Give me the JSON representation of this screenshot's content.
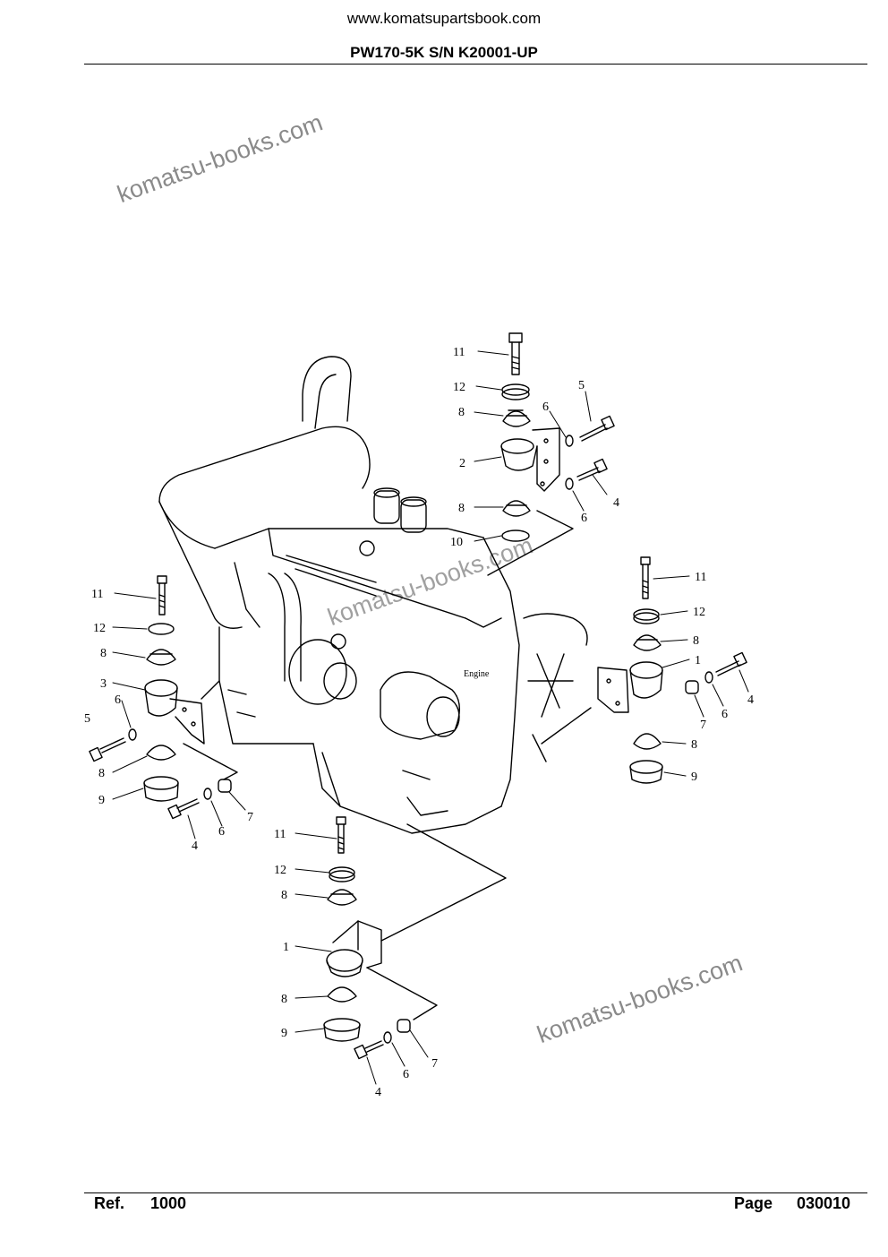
{
  "header": {
    "site_url": "www.komatsupartsbook.com",
    "model": "PW170-5K S/N K20001-UP"
  },
  "watermarks": [
    "komatsu-books.com",
    "komatsu-books.com",
    "komatsu-books.com"
  ],
  "drawing": {
    "engine_label": "Engine",
    "callouts": {
      "top_group": [
        "11",
        "12",
        "8",
        "6",
        "5",
        "2",
        "4",
        "8",
        "6",
        "10"
      ],
      "right_group": [
        "11",
        "12",
        "8",
        "1",
        "4",
        "7",
        "6",
        "8",
        "9"
      ],
      "left_group": [
        "11",
        "12",
        "8",
        "3",
        "6",
        "5",
        "8",
        "9",
        "4",
        "6",
        "7"
      ],
      "bottom_group": [
        "11",
        "12",
        "8",
        "1",
        "8",
        "9",
        "7",
        "6",
        "4"
      ]
    }
  },
  "footer": {
    "ref_label": "Ref.",
    "ref_value": "1000",
    "page_label": "Page",
    "page_value": "030010"
  }
}
